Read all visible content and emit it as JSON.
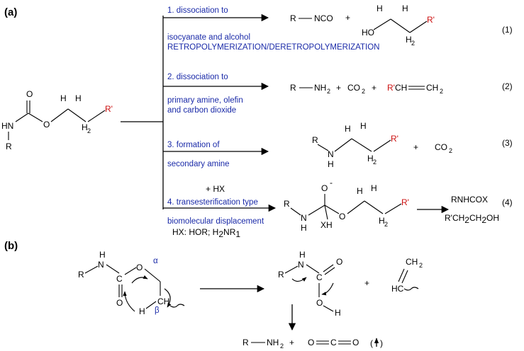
{
  "panels": {
    "a": "(a)",
    "b": "(b)"
  },
  "reactant": {
    "O": "O",
    "HN": "HN",
    "R": "R",
    "O2": "O",
    "H1": "H",
    "H2": "H",
    "Rp": "R'",
    "H2label": "H",
    "H2sub": "2"
  },
  "route1": {
    "label_line1": "1. dissociation to",
    "label_line2": "isocyanate and alcohol",
    "label_line3": "RETROPOLYMERIZATION/DERETROPOLYMERIZATION",
    "isocyanate_R": "R",
    "isocyanate_group": "NCO",
    "plus": "+",
    "alcohol_H1": "H",
    "alcohol_H2": "H",
    "alcohol_HO": "HO",
    "alcohol_Rp": "R'",
    "alcohol_H2label": "H",
    "alcohol_H2sub": "2",
    "number": "(1)"
  },
  "route2": {
    "label_line1": "2. dissociation to",
    "label_line2": "primary amine, olefin",
    "label_line3": "and carbon dioxide",
    "amine_R": "R",
    "amine_NH": "NH",
    "amine_sub": "2",
    "plus1": "+",
    "co2_C": "CO",
    "co2_sub": "2",
    "plus2": "+",
    "olefin_Rp": "R'",
    "olefin_CH": "CH",
    "olefin_CH2": "CH",
    "olefin_sub": "2",
    "number": "(2)"
  },
  "route3": {
    "label_line1": "3. formation of",
    "label_line2": "secondary amine",
    "R": "R",
    "N": "N",
    "H": "H",
    "H_a": "H",
    "H_b": "H",
    "Rp": "R'",
    "H2label": "H",
    "H2sub": "2",
    "plus": "+",
    "co2": "CO",
    "co2_sub": "2",
    "number": "(3)"
  },
  "route4": {
    "reagent": "+ HX",
    "label_line1": "4. transesterification type",
    "label_line2": "biomolecular displacement",
    "label_line3": "HX: HOR; H",
    "label_line3_sub1": "2",
    "label_line3_mid": "NR",
    "label_line3_sub2": "1",
    "R": "R",
    "N": "N",
    "NH": "H",
    "Ominus": "O",
    "lonepair": "-",
    "XH": "XH",
    "O2": "O",
    "H_a": "H",
    "H_b": "H",
    "Rp": "R'",
    "H2label": "H",
    "H2sub": "2",
    "product1": "RNHCOX",
    "product2": "R'CH",
    "product2_sub1": "2",
    "product2_mid": "CH",
    "product2_sub2": "2",
    "product2_end": "OH",
    "number": "(4)"
  },
  "mechanism": {
    "R": "R",
    "N": "N",
    "NH": "H",
    "C": "C",
    "O": "O",
    "O2": "O",
    "alpha": "α",
    "beta": "β",
    "CH": "CH",
    "H": "H",
    "acid_R": "R",
    "acid_N": "N",
    "acid_NH": "H",
    "acid_C": "C",
    "acid_O": "O",
    "acid_O2": "O",
    "acid_H": "H",
    "plus": "+",
    "ethene_CH2": "CH",
    "ethene_sub": "2",
    "ethene_HC": "HC",
    "amine_R": "R",
    "amine_NH": "NH",
    "amine_sub": "2",
    "plus2": "+",
    "co2_O1": "O",
    "co2_C": "C",
    "co2_O2": "O",
    "gas_open": "(",
    "gas_close": ")"
  }
}
